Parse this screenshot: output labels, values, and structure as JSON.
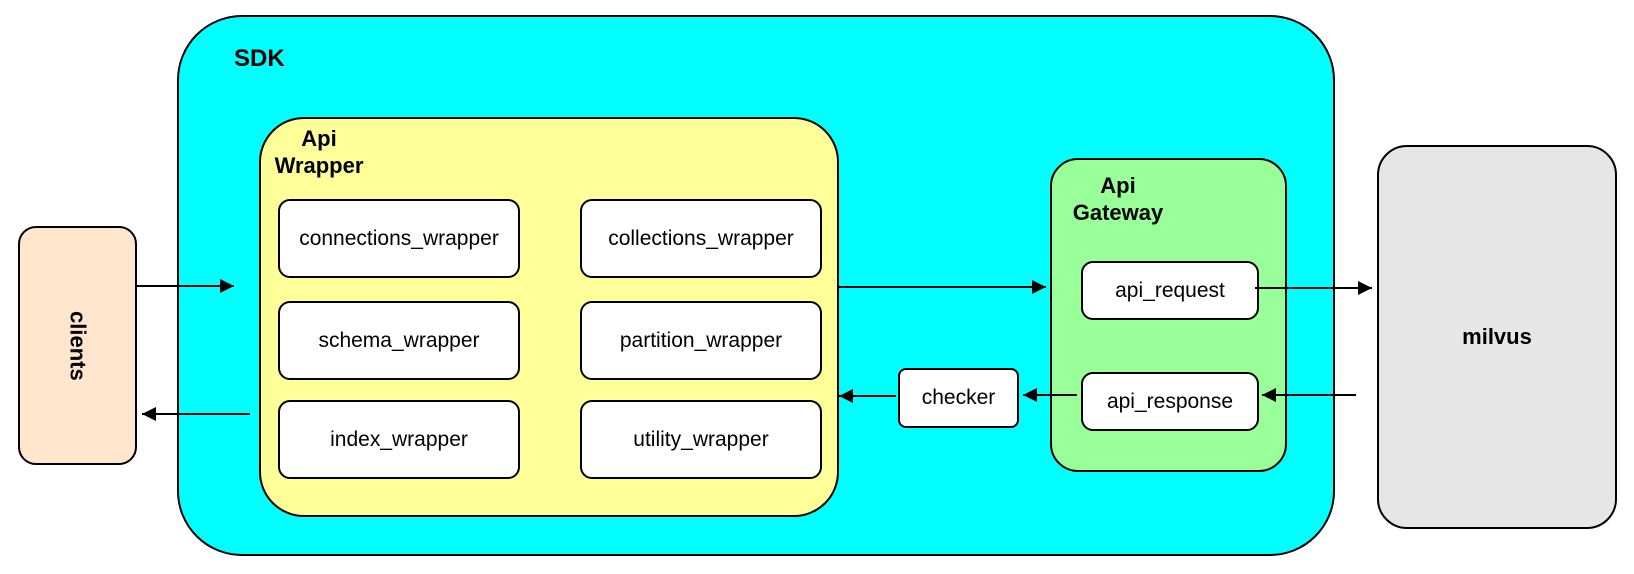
{
  "diagram": {
    "colors": {
      "sdk_fill": "#00ffff",
      "api_wrapper_fill": "#ffff99",
      "api_gateway_fill": "#99ff99",
      "clients_fill": "#ffe6cc",
      "milvus_fill": "#e6e6e6",
      "leaf_fill": "#ffffff",
      "border": "#000000"
    },
    "nodes": {
      "sdk": {
        "label": "SDK"
      },
      "clients": {
        "label": "clients"
      },
      "api_wrapper": {
        "label_line1": "Api",
        "label_line2": "Wrapper",
        "children": [
          {
            "label": "connections_wrapper"
          },
          {
            "label": "collections_wrapper"
          },
          {
            "label": "schema_wrapper"
          },
          {
            "label": "partition_wrapper"
          },
          {
            "label": "index_wrapper"
          },
          {
            "label": "utility_wrapper"
          }
        ]
      },
      "checker": {
        "label": "checker"
      },
      "api_gateway": {
        "label_line1": "Api",
        "label_line2": "Gateway",
        "children": [
          {
            "label": "api_request"
          },
          {
            "label": "api_response"
          }
        ]
      },
      "milvus": {
        "label": "milvus"
      }
    }
  }
}
